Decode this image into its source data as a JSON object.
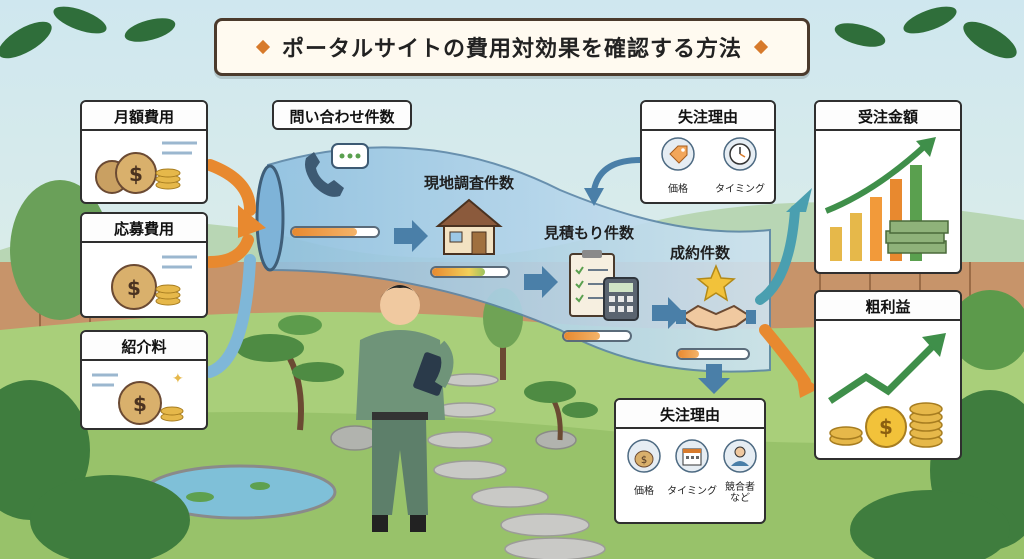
{
  "title": "ポータルサイトの費用対効果を確認する方法",
  "costs": [
    {
      "label": "月額費用",
      "icon": "money-bag-icon"
    },
    {
      "label": "応募費用",
      "icon": "money-bag-icon"
    },
    {
      "label": "紹介料",
      "icon": "money-bag-icon"
    }
  ],
  "funnel": {
    "inquiries": {
      "label": "問い合わせ件数",
      "icon": "phone-chat-icon",
      "level": 0.75
    },
    "site_surveys": {
      "label": "現地調査件数",
      "icon": "house-icon",
      "level": 0.7
    },
    "estimates": {
      "label": "見積もり件数",
      "icon": "clipboard-calculator-icon",
      "level": 0.55
    },
    "contracts": {
      "label": "成約件数",
      "icon": "handshake-star-icon",
      "level": 0.3
    }
  },
  "lost_top": {
    "title": "失注理由",
    "items": [
      {
        "label": "価格",
        "icon": "price-tag-icon"
      },
      {
        "label": "タイミング",
        "icon": "clock-icon"
      }
    ]
  },
  "lost_bottom": {
    "title": "失注理由",
    "items": [
      {
        "label": "価格",
        "icon": "money-bag-icon"
      },
      {
        "label": "タイミング",
        "icon": "calendar-icon"
      },
      {
        "label": "競合者\nなど",
        "icon": "person-icon"
      }
    ]
  },
  "results": {
    "order_amount": {
      "label": "受注金額",
      "icon": "bar-chart-cash-icon"
    },
    "gross_profit": {
      "label": "粗利益",
      "icon": "rising-arrow-coins-icon"
    }
  },
  "colors": {
    "accent_orange": "#e8892f",
    "funnel_blue": "#a9cde6",
    "card_border": "#2f2f2f",
    "growth_green": "#3f8f4a"
  }
}
